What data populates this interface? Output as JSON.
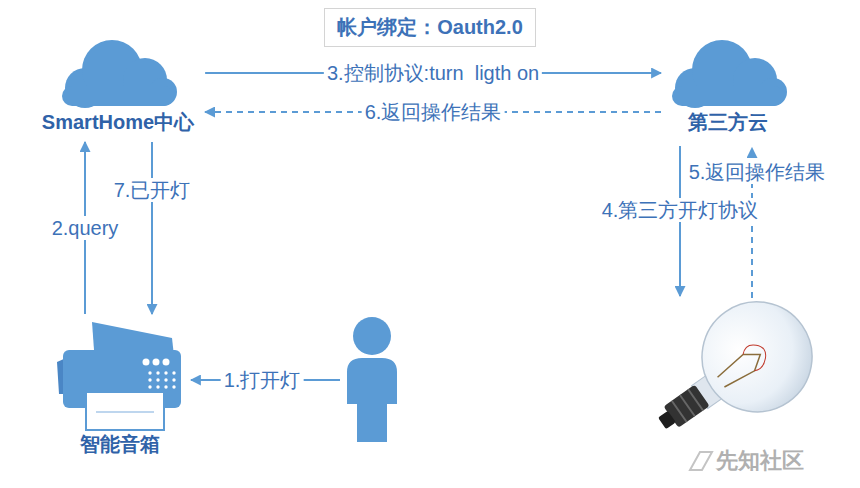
{
  "diagram": {
    "title": "帐户绑定：Oauth2.0",
    "nodes": [
      {
        "text": [
          "SmartHome中心"
        ]
      },
      {
        "text": [
          "第三方云"
        ]
      },
      {
        "text": [
          "智能音箱"
        ]
      }
    ],
    "edges": [
      {
        "from": 2,
        "to": 0,
        "label": "2.query",
        "arrow": "to"
      },
      {
        "from": 0,
        "to": 1,
        "label": "3.控制协议:turn  ligth on",
        "arrow": "to"
      },
      {
        "from": 1,
        "to": 0,
        "label": "6.返回操作结果",
        "arrow": "to"
      },
      {
        "from": 0,
        "to": 2,
        "label": "7.已开灯",
        "arrow": "to"
      }
    ],
    "labels": [
      "1.打开灯",
      "4.第三方开灯协议",
      "5.返回操作结果",
      "先知社区"
    ]
  }
}
